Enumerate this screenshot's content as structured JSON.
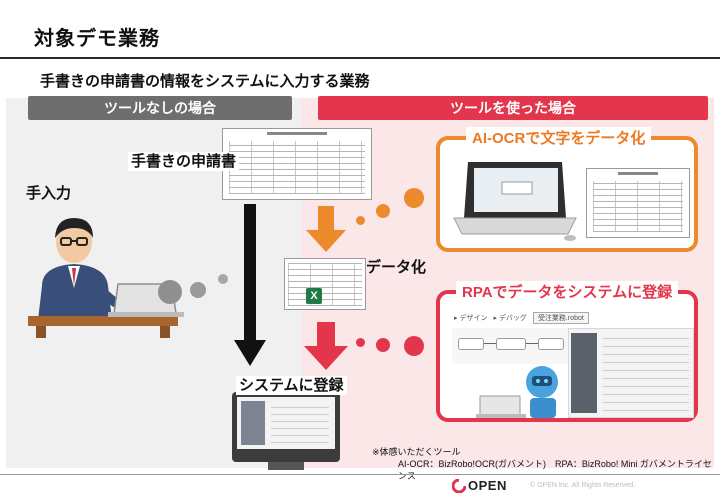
{
  "title": "対象デモ業務",
  "subtitle": "手書きの申請書の情報をシステムに入力する業務",
  "left": {
    "header": "ツールなしの場合",
    "manual_input_label": "手入力",
    "handwritten_form_label": "手書きの申請書",
    "register_label": "システムに登録"
  },
  "right": {
    "header": "ツールを使った場合",
    "ocr_box_title": "AI-OCRで文字をデータ化",
    "datafy_label": "データ化",
    "rpa_box_title": "RPAでデータをシステムに登録",
    "rpa_tab_design": "デザイン",
    "rpa_tab_debug": "デバッグ",
    "rpa_tab_active": "受注業務.robot"
  },
  "footnote": {
    "heading": "※体感いただくツール",
    "tools": "AI-OCR：BizRobo!OCR(ガバメント)　RPA：BizRobo! Mini ガバメントライセンス"
  },
  "logo_text": "OPEN",
  "copyright": "© OPEN Inc. All Rights Reserved.",
  "colors": {
    "left_header": "#6e6e6e",
    "right_header": "#e3364c",
    "ocr_frame": "#ec8a2c",
    "rpa_frame": "#e3364c",
    "excel_green": "#1f7a45"
  }
}
